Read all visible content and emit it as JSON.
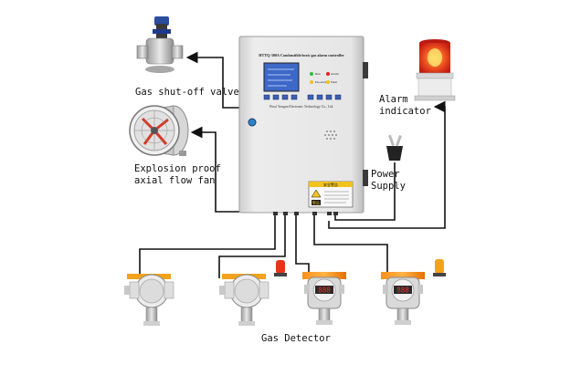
{
  "labels": {
    "valve": "Gas shut-off valve",
    "fan": "Explosion proof\naxial flow fan",
    "alarm": "Alarm\nindicator",
    "power": "Power\nSupply",
    "detector": "Gas Detector"
  },
  "controller": {
    "header": "HTTQ-300A Combustible/toxic gas alarm controller",
    "footer": "Wuxi Yongan Electronic Technology Co., Ltd.",
    "status_labels": [
      "Run",
      "Alarm",
      "Pre-alarm",
      "Fault"
    ],
    "warning_title": "安全警告",
    "warning_badge": "警告"
  },
  "detectors": [
    {
      "type": "explosion-proof",
      "beacon": false
    },
    {
      "type": "explosion-proof",
      "beacon": true
    },
    {
      "type": "digital",
      "display": "888",
      "beacon": false
    },
    {
      "type": "digital",
      "display": "888",
      "beacon": true
    }
  ],
  "colors": {
    "wire": "#111111",
    "cabinet": "#e4e4e4",
    "screen": "#3d68c8",
    "beacon": "#e8331c",
    "detector_display": "#d11f1f",
    "indicator_green": "#2bbf3a",
    "indicator_red": "#e02020"
  }
}
